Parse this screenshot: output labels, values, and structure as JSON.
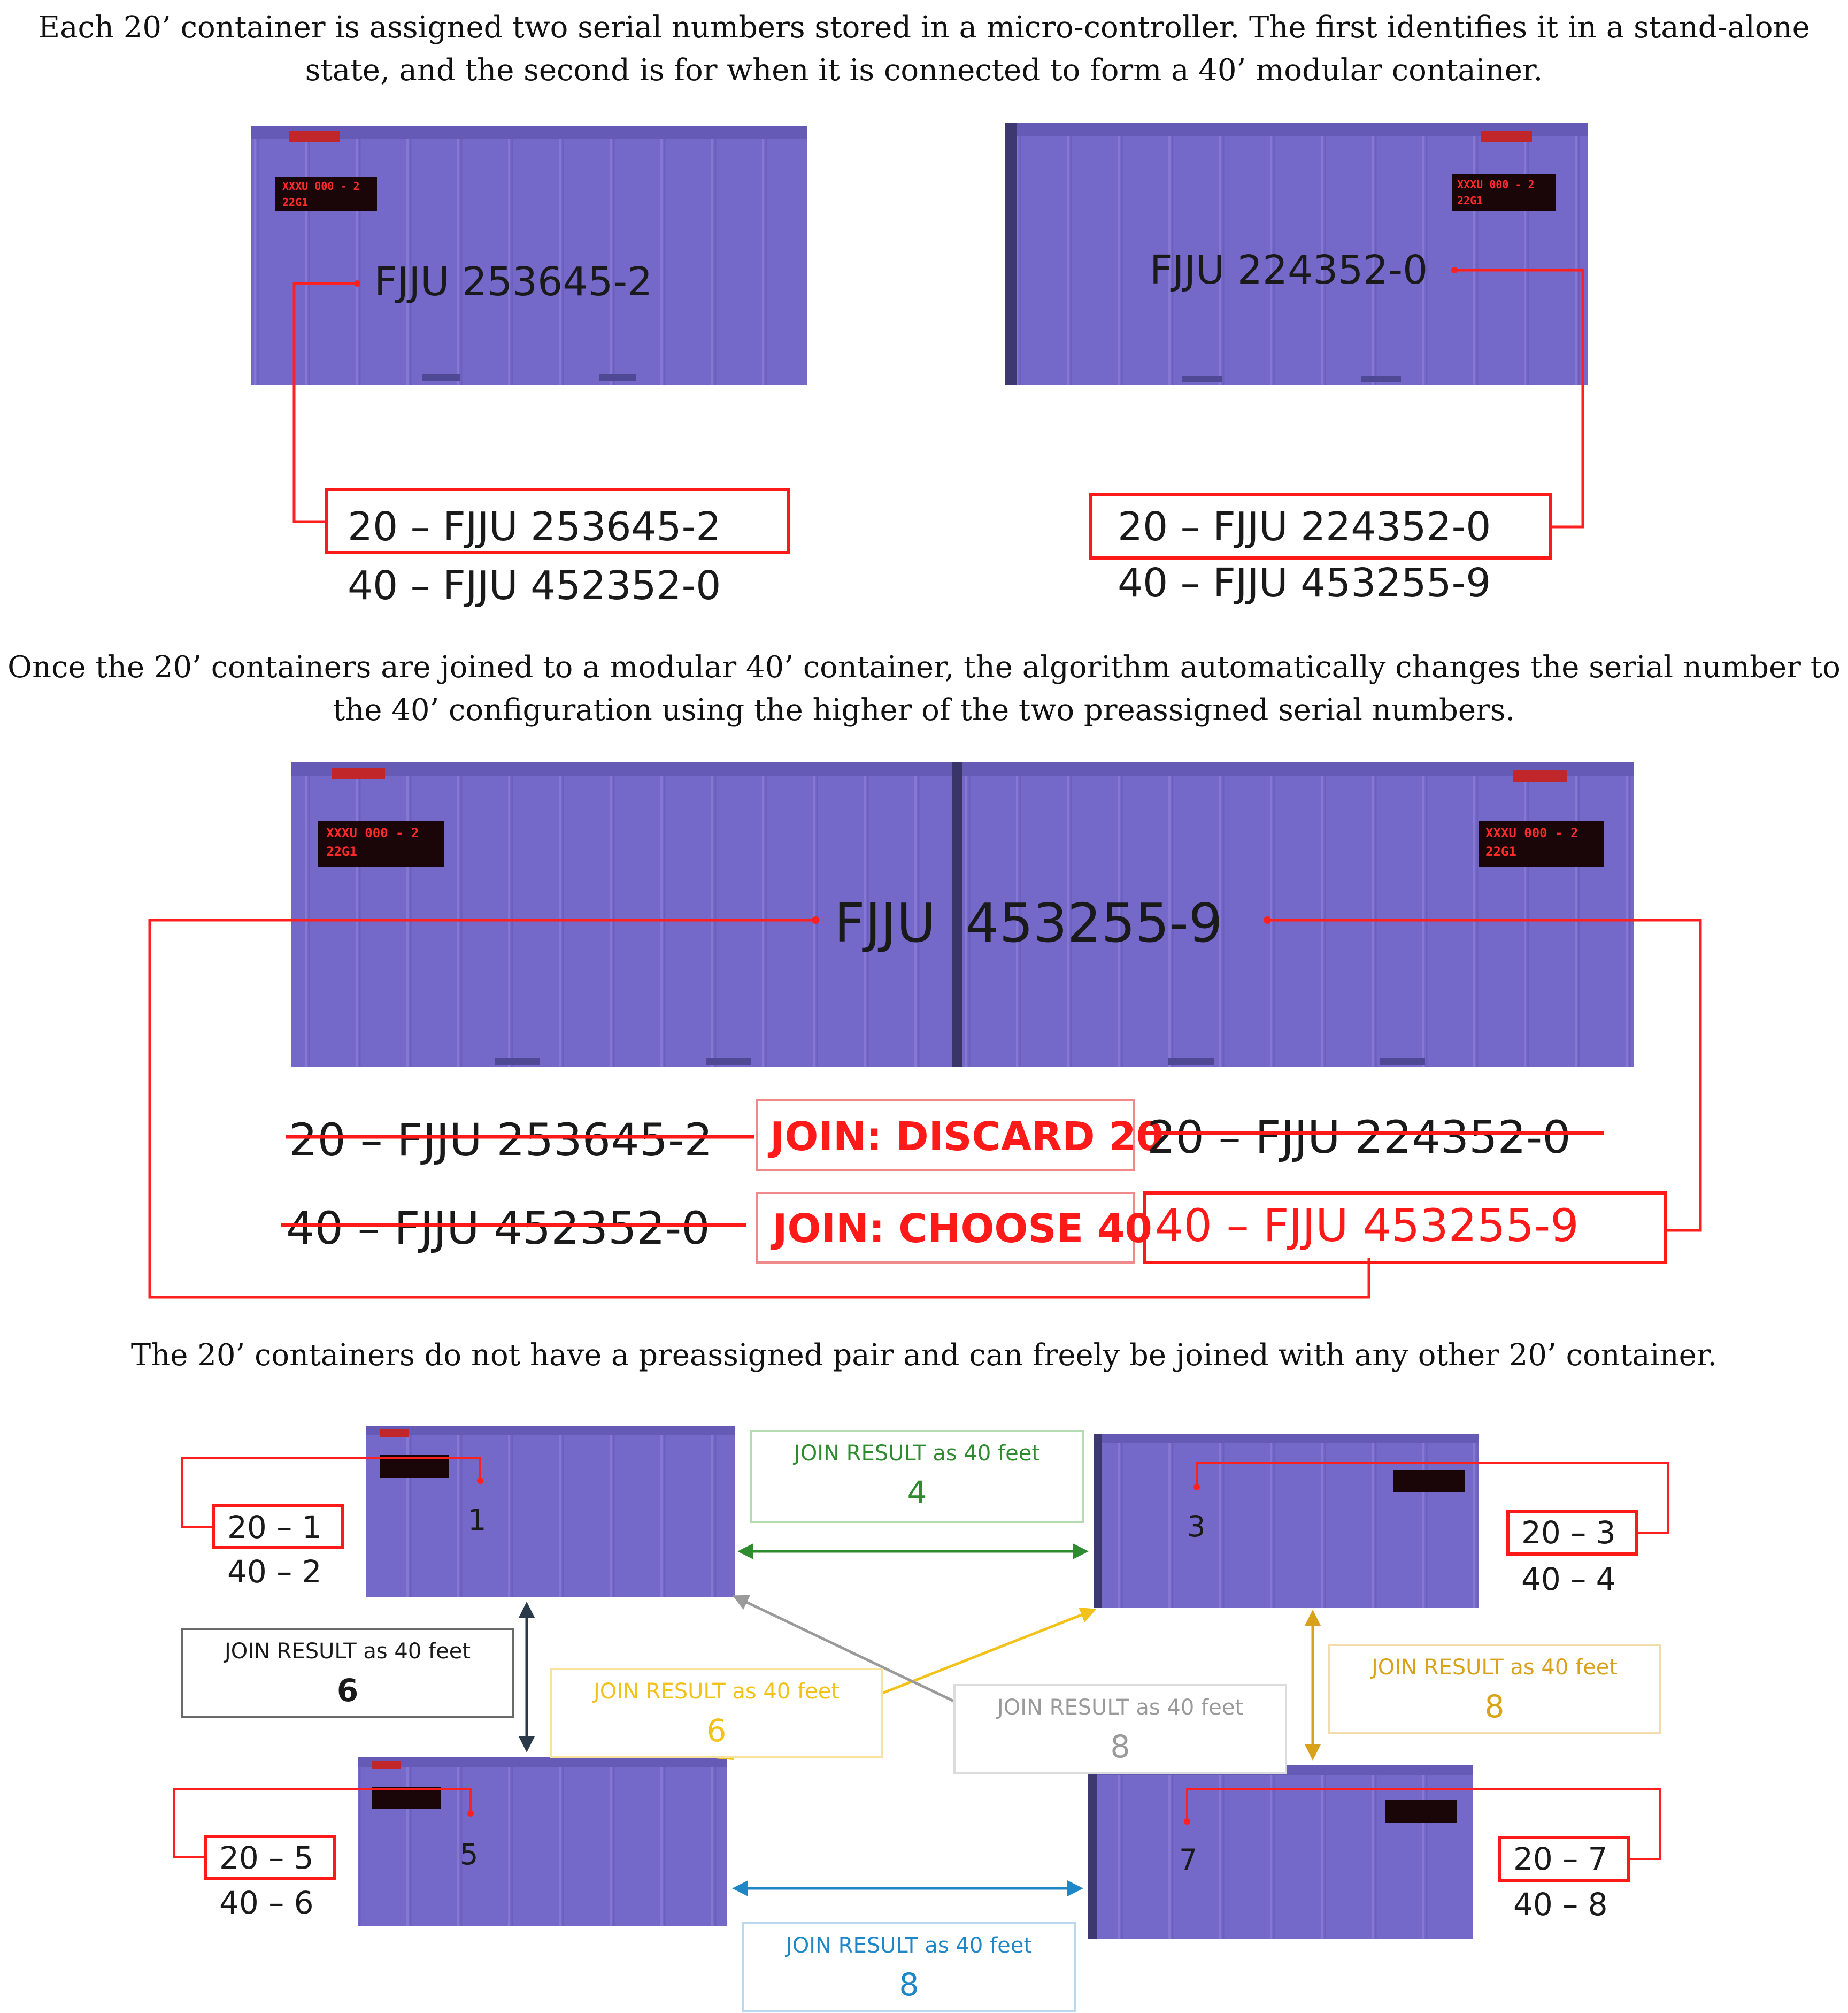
{
  "text": {
    "intro": "Each 20’ container is assigned two serial numbers stored in a micro-controller. The first identifies it in a stand-alone state, and the second is for when it is connected to form a 40’ modular container.",
    "join_explanation": "Once the 20’ containers are joined to a modular 40’ container, the algorithm automatically changes the serial number to the 40’ configuration using the higher of the two preassigned serial numbers.",
    "free_pairing": "The 20’ containers do not have a preassigned pair and can freely be joined with any other 20’ container."
  },
  "section1": {
    "left": {
      "marking": "FJJU 253645-2",
      "serial_20": "20 – FJJU 253645-2",
      "serial_40": "40 – FJJU 452352-0"
    },
    "right": {
      "marking": "FJJU 224352-0",
      "serial_20": "20 – FJJU 224352-0",
      "serial_40": "40 – FJJU 453255-9"
    }
  },
  "section2": {
    "marking_left": "FJJU",
    "marking_right": "453255-9",
    "left_20": "20 – FJJU 253645-2",
    "left_40": "40 – FJJU 452352-0",
    "join_discard": "JOIN: DISCARD 20",
    "join_choose": "JOIN: CHOOSE 40",
    "right_20": "20 – FJJU 224352-0",
    "right_40": "40 – FJJU 453255-9"
  },
  "section3": {
    "containers": [
      {
        "number": "1",
        "serial_20": "20 – 1",
        "serial_40": "40 – 2"
      },
      {
        "number": "3",
        "serial_20": "20 – 3",
        "serial_40": "40 – 4"
      },
      {
        "number": "5",
        "serial_20": "20 – 5",
        "serial_40": "40 – 6"
      },
      {
        "number": "7",
        "serial_20": "20 – 7",
        "serial_40": "40 – 8"
      }
    ],
    "join_result_label": "JOIN RESULT as 40 feet",
    "results": {
      "pair_1_3": "4",
      "pair_1_5": "6",
      "pair_3_5": "6",
      "pair_1_7": "8",
      "pair_3_7": "8",
      "pair_5_7": "8"
    },
    "colors": {
      "pair_1_3": "#2e8b2e",
      "pair_1_5": "#2b3a4a",
      "pair_3_5": "#f2c21b",
      "pair_1_7": "#9a9a9a",
      "pair_3_7": "#d9a21b",
      "pair_5_7": "#1f86c8"
    }
  },
  "led": {
    "line1": "XXXU 000 - 2",
    "line2": "22G1"
  }
}
